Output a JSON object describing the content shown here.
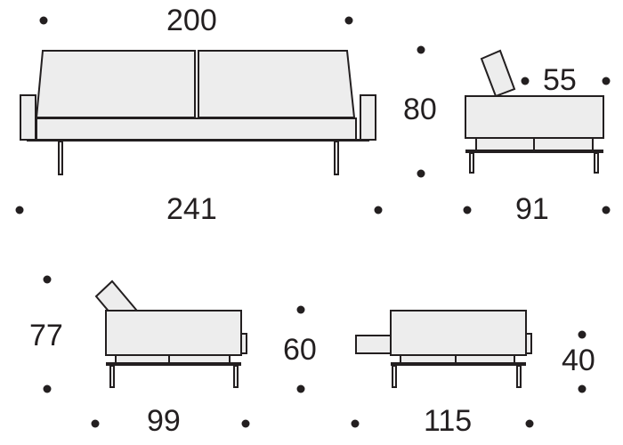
{
  "colors": {
    "fill": "#ededed",
    "stroke": "#231f20",
    "text": "#231f20",
    "dot": "#231f20"
  },
  "views": {
    "front": {
      "name": "front-view",
      "width_top": "200",
      "width_bottom": "241",
      "height": "80"
    },
    "side": {
      "name": "side-view",
      "depth": "91",
      "seat_height": "55"
    },
    "reclined": {
      "name": "reclined-view",
      "depth": "99",
      "height": "77"
    },
    "bed": {
      "name": "bed-view",
      "length": "115",
      "height_left": "60",
      "height_right": "40"
    }
  }
}
